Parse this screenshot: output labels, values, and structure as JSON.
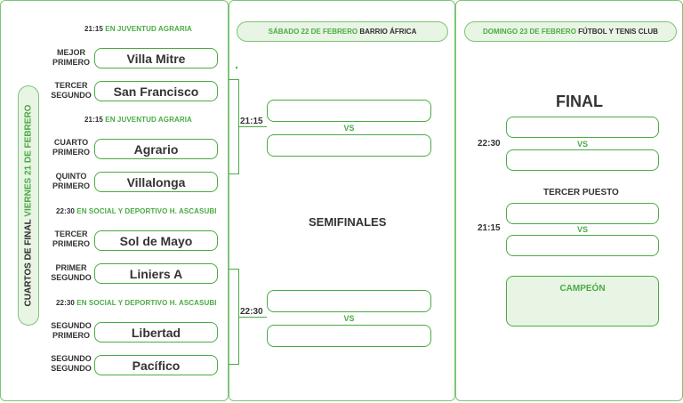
{
  "left": {
    "vertical_label_green": "VIERNES 21 DE FEBRERO",
    "vertical_label_dark": "CUARTOS DE FINAL",
    "matches": [
      {
        "time": "21:15",
        "venue": "EN JUVENTUD AGRARIA",
        "team1": {
          "label1": "MEJOR",
          "label2": "PRIMERO",
          "name": "Villa Mitre"
        },
        "team2": {
          "label1": "TERCER",
          "label2": "SEGUNDO",
          "name": "San Francisco"
        }
      },
      {
        "time": "21:15",
        "venue": "EN JUVENTUD AGRARIA",
        "team1": {
          "label1": "CUARTO",
          "label2": "PRIMERO",
          "name": "Agrario"
        },
        "team2": {
          "label1": "QUINTO",
          "label2": "PRIMERO",
          "name": "Villalonga"
        }
      },
      {
        "time": "22:30",
        "venue": "EN SOCIAL Y DEPORTIVO H. ASCASUBI",
        "team1": {
          "label1": "TERCER",
          "label2": "PRIMERO",
          "name": "Sol de Mayo"
        },
        "team2": {
          "label1": "PRIMER",
          "label2": "SEGUNDO",
          "name": "Liniers A"
        }
      },
      {
        "time": "22:30",
        "venue": "EN SOCIAL Y DEPORTIVO H. ASCASUBI",
        "team1": {
          "label1": "SEGUNDO",
          "label2": "PRIMERO",
          "name": "Libertad"
        },
        "team2": {
          "label1": "SEGUNDO",
          "label2": "SEGUNDO",
          "name": "Pacífico"
        }
      }
    ]
  },
  "middle": {
    "header_green": "SÁBADO 22 DE FEBRERO",
    "header_dark": "BARRIO ÁFRICA",
    "title": "SEMIFINALES",
    "matches": [
      {
        "time": "21:15",
        "vs": "VS"
      },
      {
        "time": "22:30",
        "vs": "VS"
      }
    ]
  },
  "right": {
    "header_green": "DOMINGO 23 DE FEBRERO",
    "header_dark": "FÚTBOL Y TENIS CLUB",
    "final_title": "FINAL",
    "final_time": "22:30",
    "final_vs": "VS",
    "third_title": "TERCER PUESTO",
    "third_time": "21:15",
    "third_vs": "VS",
    "champion": "CAMPEÓN"
  },
  "colors": {
    "accent": "#4aab43",
    "pill_bg": "#e8f4e4",
    "border": "#7cc576",
    "text": "#2d2d2d"
  }
}
